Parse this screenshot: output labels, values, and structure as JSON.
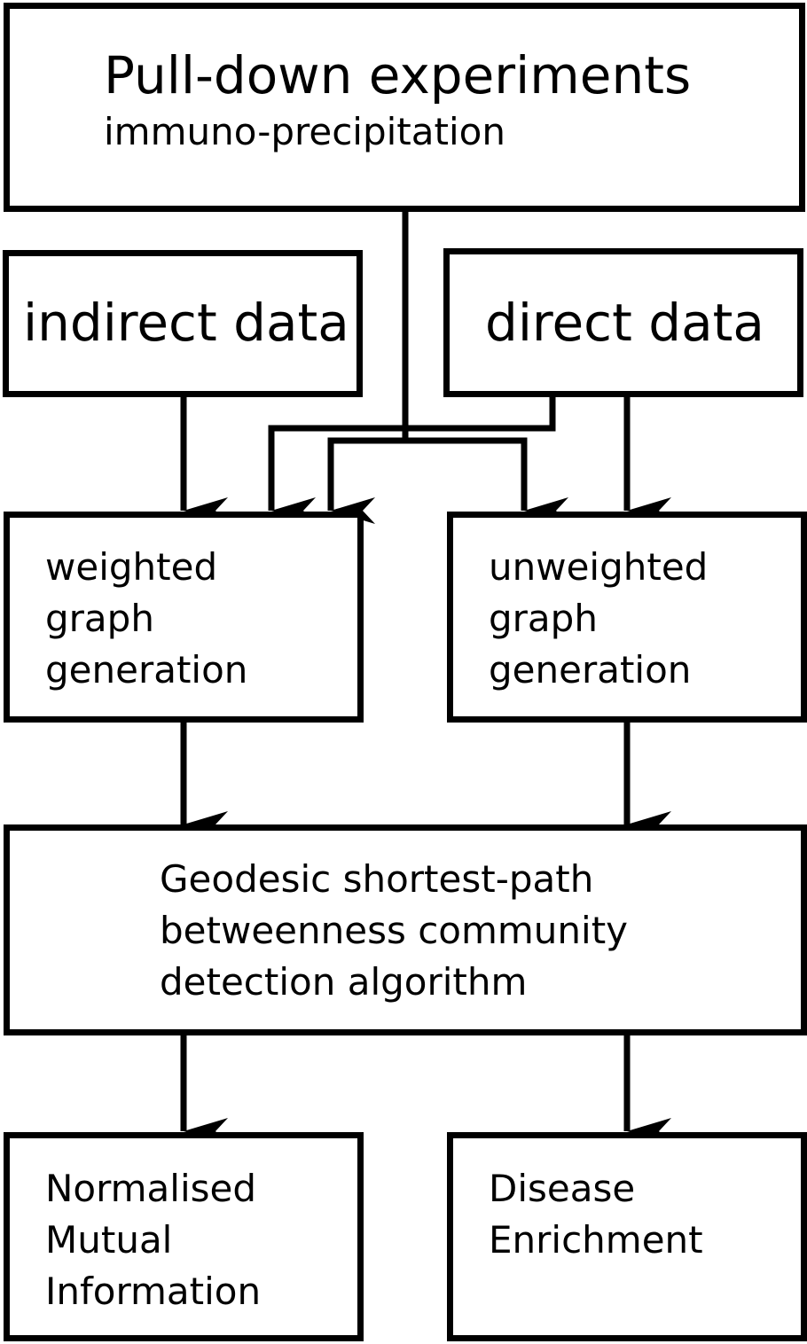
{
  "nodes": {
    "pulldown": {
      "title": "Pull-down experiments",
      "subtitle": "immuno-precipitation"
    },
    "indirect": {
      "label": "indirect data"
    },
    "direct": {
      "label": "direct data"
    },
    "weighted": {
      "label": "weighted\ngraph\ngeneration"
    },
    "unweighted": {
      "label": "unweighted\ngraph\ngeneration"
    },
    "geodesic": {
      "label": "Geodesic shortest-path\nbetweenness community\ndetection algorithm"
    },
    "nmi": {
      "label": "Normalised\nMutual\nInformation"
    },
    "disease": {
      "label": "Disease\nEnrichment"
    }
  },
  "edges": [
    {
      "from": "pulldown",
      "to": "weighted"
    },
    {
      "from": "pulldown",
      "to": "unweighted"
    },
    {
      "from": "indirect",
      "to": "weighted"
    },
    {
      "from": "direct",
      "to": "weighted"
    },
    {
      "from": "direct",
      "to": "unweighted"
    },
    {
      "from": "weighted",
      "to": "geodesic"
    },
    {
      "from": "unweighted",
      "to": "geodesic"
    },
    {
      "from": "geodesic",
      "to": "nmi"
    },
    {
      "from": "geodesic",
      "to": "disease"
    }
  ],
  "style": {
    "stroke": "#000000",
    "fill": "#ffffff"
  }
}
